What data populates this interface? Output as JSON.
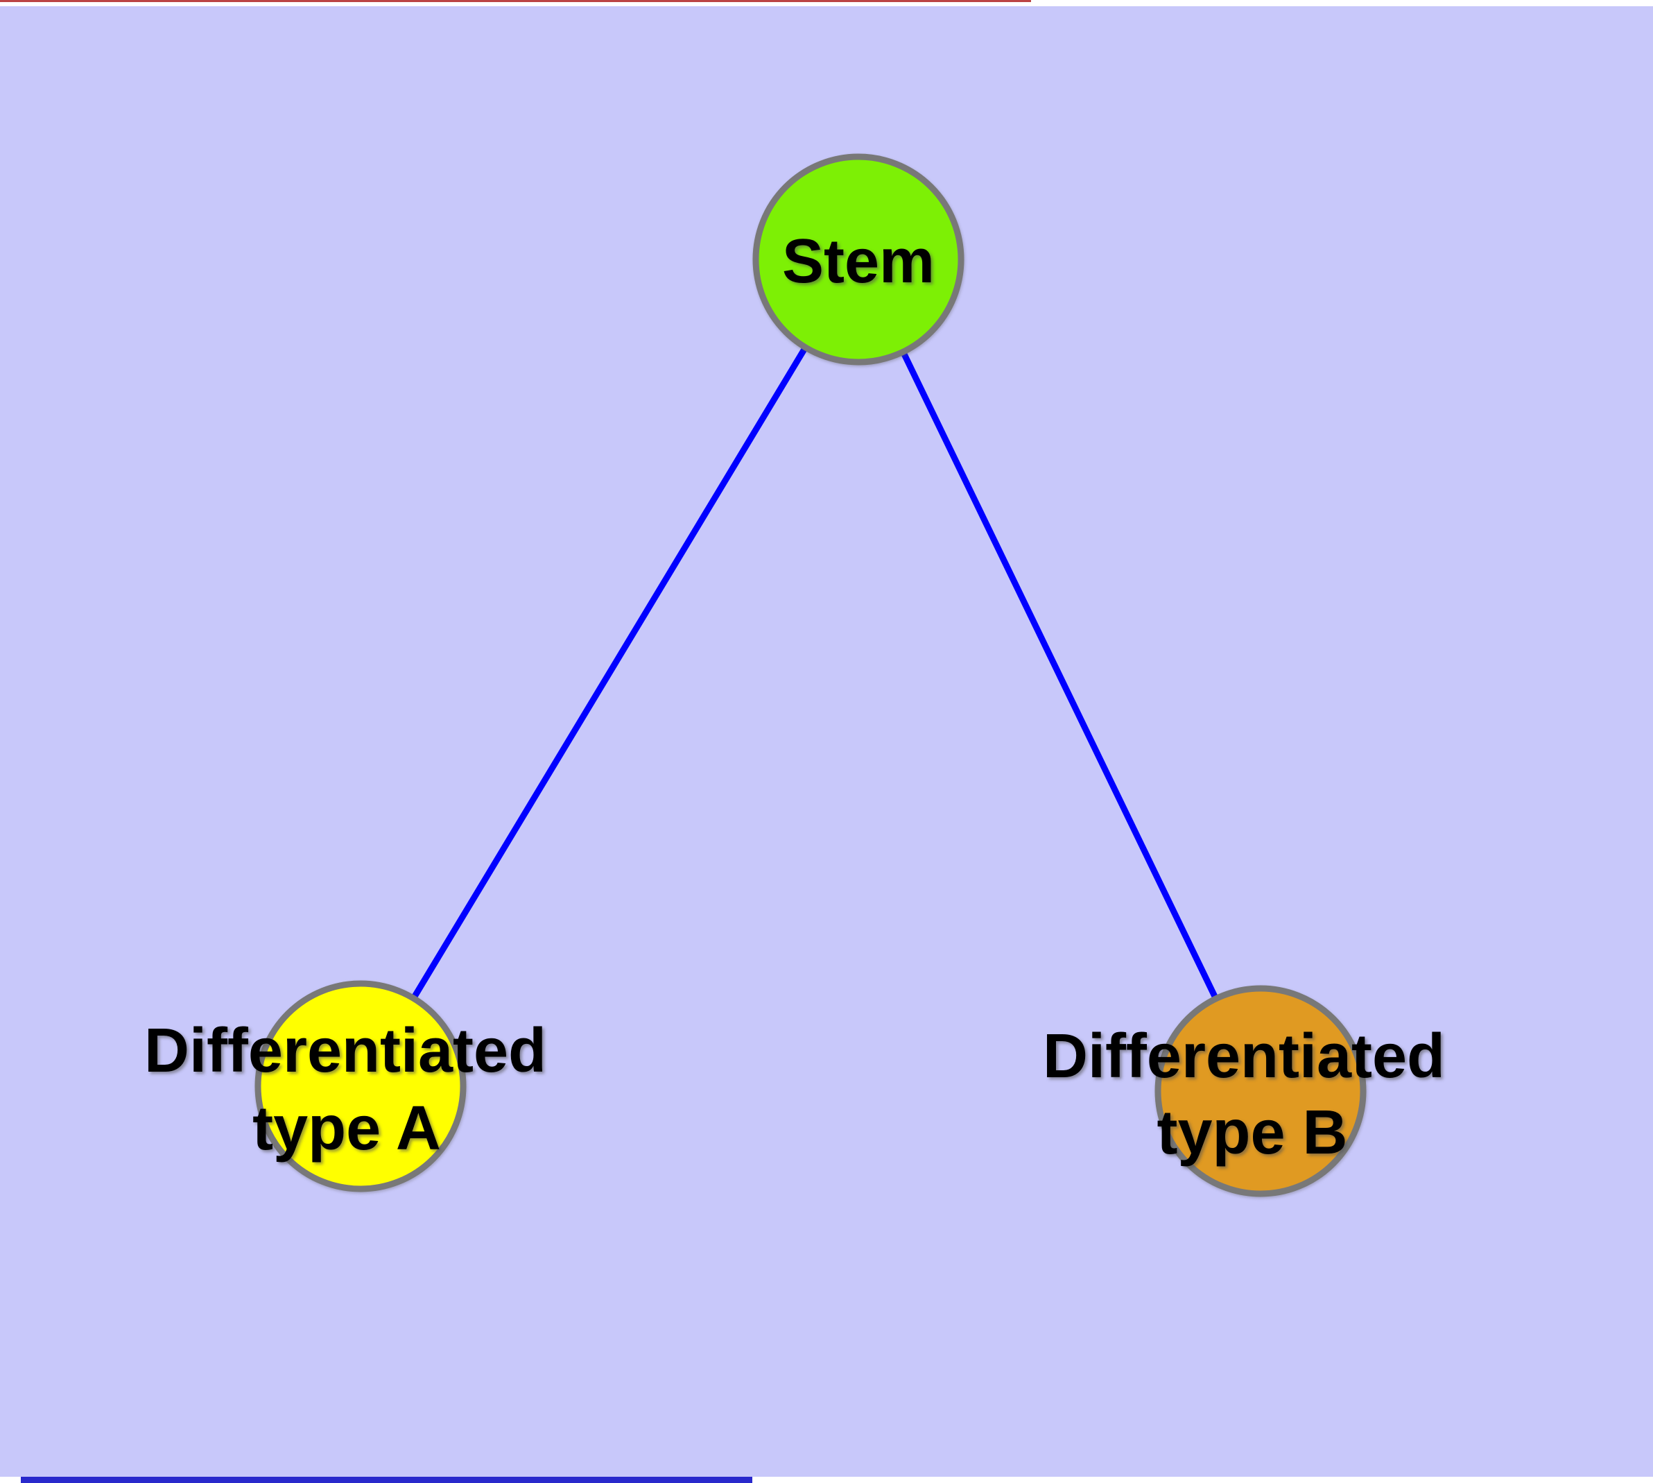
{
  "diagram": {
    "background_color": "#C8C8FA",
    "nodes": [
      {
        "id": "stem",
        "label": "Stem",
        "fill_color": "#7DF005",
        "border_color": "#787878"
      },
      {
        "id": "differentiated-type-a",
        "label": "Differentiated type A",
        "label_lines": [
          "Differentiated",
          "type A"
        ],
        "fill_color": "#FFFF00",
        "border_color": "#787878"
      },
      {
        "id": "differentiated-type-b",
        "label": "Differentiated type B",
        "label_lines": [
          "Differentiated",
          "type B"
        ],
        "fill_color": "#E09A22",
        "border_color": "#787878"
      }
    ],
    "edges": [
      {
        "from": "Stem",
        "to": "Differentiated type A",
        "color": "#0000FF"
      },
      {
        "from": "Stem",
        "to": "Differentiated type B",
        "color": "#0000FF"
      }
    ],
    "screen_artifacts": {
      "top_line_color": "#BB4444",
      "bottom_line_color": "#2929CC"
    }
  }
}
